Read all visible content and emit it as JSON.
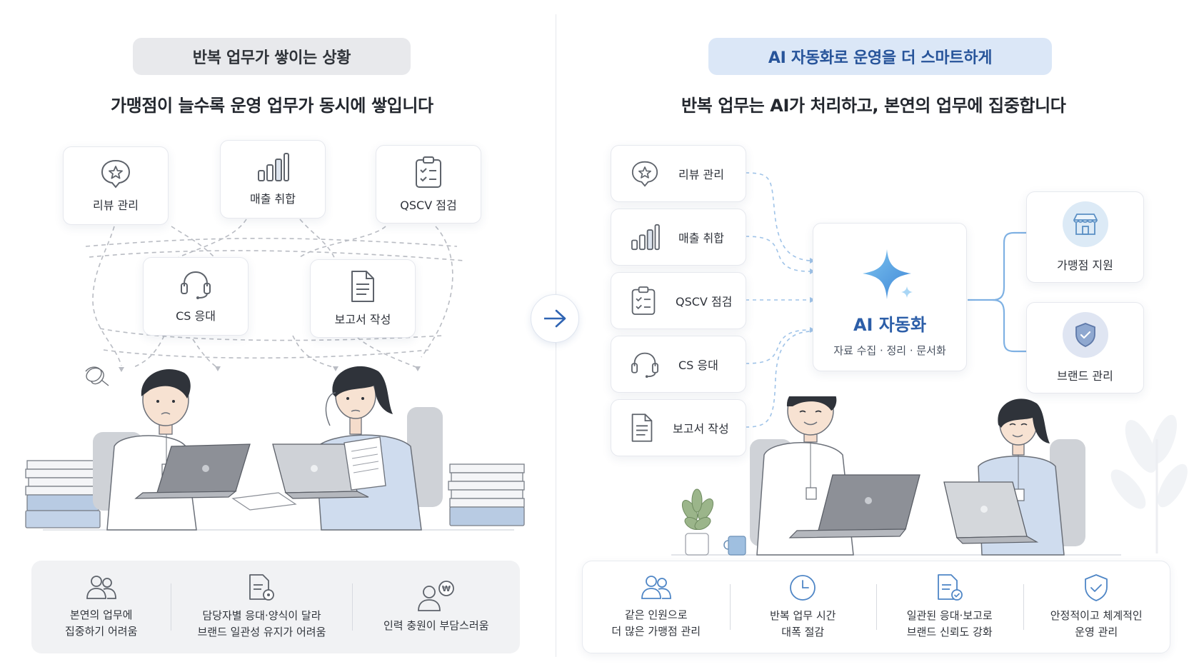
{
  "left": {
    "pill": "반복 업무가 쌓이는 상황",
    "headline": "가맹점이 늘수록 운영 업무가 동시에 쌓입니다",
    "tasks": [
      {
        "label": "리뷰 관리",
        "icon": "review-star-icon"
      },
      {
        "label": "매출 취합",
        "icon": "bar-chart-icon"
      },
      {
        "label": "QSCV 점검",
        "icon": "clipboard-check-icon"
      },
      {
        "label": "CS 응대",
        "icon": "headset-icon"
      },
      {
        "label": "보고서 작성",
        "icon": "document-icon"
      }
    ],
    "pains": [
      {
        "text": "본연의 업무에\n집중하기 어려움",
        "icon": "people-icon"
      },
      {
        "text": "담당자별 응대·양식이 달라\n브랜드 일관성 유지가 어려움",
        "icon": "document-gear-icon"
      },
      {
        "text": "인력 충원이 부담스러움",
        "icon": "person-won-icon"
      }
    ]
  },
  "right": {
    "pill": "AI 자동화로 운영을 더 스마트하게",
    "headline": "반복 업무는 AI가 처리하고, 본연의 업무에 집중합니다",
    "tasks": [
      {
        "label": "리뷰 관리",
        "icon": "review-star-icon"
      },
      {
        "label": "매출 취합",
        "icon": "bar-chart-icon"
      },
      {
        "label": "QSCV 점검",
        "icon": "clipboard-check-icon"
      },
      {
        "label": "CS 응대",
        "icon": "headset-icon"
      },
      {
        "label": "보고서 작성",
        "icon": "document-icon"
      }
    ],
    "ai": {
      "title": "AI 자동화",
      "subtitle": "자료 수집 · 정리 · 문서화",
      "icon": "sparkle-icon"
    },
    "outputs": [
      {
        "label": "가맹점 지원",
        "icon": "store-icon"
      },
      {
        "label": "브랜드 관리",
        "icon": "shield-check-icon"
      }
    ],
    "benefits": [
      {
        "text": "같은 인원으로\n더 많은 가맹점 관리",
        "icon": "people-icon"
      },
      {
        "text": "반복 업무 시간\n대폭 절감",
        "icon": "clock-icon"
      },
      {
        "text": "일관된 응대·보고로\n브랜드 신뢰도 강화",
        "icon": "document-check-icon"
      },
      {
        "text": "안정적이고 체계적인\n운영 관리",
        "icon": "shield-check-icon"
      }
    ]
  },
  "colors": {
    "accent": "#2c5ea8",
    "connector": "#9fc3e8",
    "chaos": "#b9bcc3",
    "sparkle": "#5fa8e6"
  }
}
